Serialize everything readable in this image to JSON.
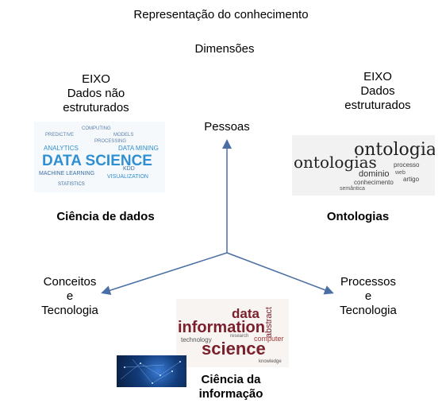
{
  "title": "Representação do conhecimento",
  "subtitle": "Dimensões",
  "axis_left": "EIXO\nDados não\nestruturados",
  "axis_right": "EIXO\nDados\nestruturados",
  "top_label": "Pessoas",
  "left_label": "Conceitos\ne\nTecnologia",
  "right_label": "Processos\ne\nTecnologia",
  "label_data_science": "Ciência de dados",
  "label_ontologies": "Ontologias",
  "label_info_science": "Ciência da\ninformação",
  "colors": {
    "arrow": "#4a6fa5",
    "ds_blue": "#2f8fd0",
    "info_red": "#7a1f2b",
    "ontology_text": "#222222"
  },
  "images": {
    "data_science": {
      "big": "DATA SCIENCE",
      "words": [
        "ANALYTICS",
        "DATA MINING",
        "MACHINE LEARNING",
        "PREDICTIVE",
        "COMPUTING",
        "MODELS",
        "VISUALIZATION",
        "STATISTICS",
        "KDD",
        "PROCESSING"
      ]
    },
    "ontology": {
      "big1": "ontologia",
      "big2": "ontologias",
      "words": [
        "dominio",
        "processo",
        "conhecimento",
        "artigo",
        "semântica",
        "web"
      ]
    },
    "information_science": {
      "w1": "data",
      "w2": "information",
      "w3": "science",
      "words": [
        "abstract",
        "computer",
        "technology",
        "knowledge",
        "research"
      ]
    }
  }
}
